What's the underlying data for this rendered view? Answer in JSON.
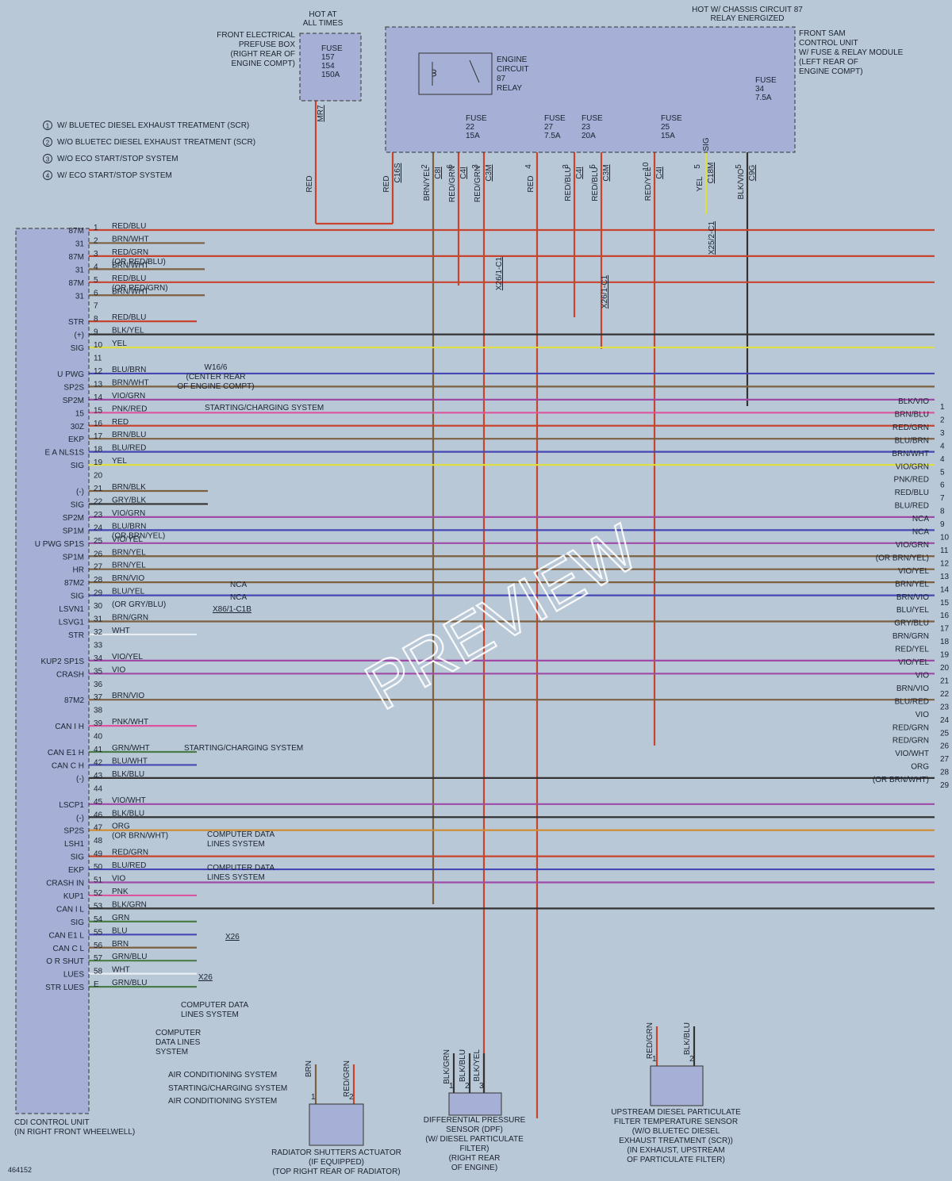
{
  "header": {
    "hot_at_all_times": [
      "HOT AT",
      "ALL TIMES"
    ],
    "hot_w_chassis": [
      "HOT W/ CHASSIS CIRCUIT 87",
      "RELAY ENERGIZED"
    ],
    "prefuse_box": [
      "FRONT ELECTRICAL",
      "PREFUSE BOX",
      "(RIGHT REAR OF",
      "ENGINE COMPT)"
    ],
    "prefuse_fuse": [
      "FUSE",
      "157",
      "154",
      "150A"
    ],
    "sam_unit": [
      "FRONT SAM",
      "CONTROL UNIT",
      "W/ FUSE & RELAY MODULE",
      "(LEFT REAR OF",
      "ENGINE COMPT)"
    ],
    "relay": [
      "ENGINE",
      "CIRCUIT",
      "87",
      "RELAY"
    ],
    "fuses": [
      {
        "lines": [
          "FUSE",
          "22",
          "15A"
        ]
      },
      {
        "lines": [
          "FUSE",
          "27",
          "7.5A"
        ]
      },
      {
        "lines": [
          "FUSE",
          "23",
          "20A"
        ]
      },
      {
        "lines": [
          "FUSE",
          "25",
          "15A"
        ]
      },
      {
        "lines": [
          "FUSE",
          "34",
          "7.5A"
        ]
      }
    ]
  },
  "legend": [
    {
      "num": "1",
      "text": "W/ BLUETEC DIESEL EXHAUST TREATMENT (SCR)"
    },
    {
      "num": "2",
      "text": "W/O BLUETEC DIESEL EXHAUST TREATMENT (SCR)"
    },
    {
      "num": "3",
      "text": "W/O ECO START/STOP SYSTEM"
    },
    {
      "num": "4",
      "text": "W/ ECO START/STOP SYSTEM"
    }
  ],
  "top_wires": [
    {
      "code": "RED",
      "conn": "MR7"
    },
    {
      "code": "RED",
      "conn": "C16S"
    },
    {
      "code": "BRN/YEL",
      "pin": "2",
      "conn": "C8I"
    },
    {
      "code": "RED/GRN",
      "pin": "6",
      "conn": "C4I"
    },
    {
      "code": "RED/GRN",
      "pin": "3",
      "conn": "C3M"
    },
    {
      "code": "RED",
      "pin": "4"
    },
    {
      "code": "RED/BLU",
      "pin": "3",
      "conn": "C4I"
    },
    {
      "code": "RED/BLU",
      "pin": "5",
      "conn": "C3M"
    },
    {
      "code": "RED/YEL",
      "pin": "10",
      "conn": "C4I"
    },
    {
      "code": "YEL",
      "pin": "5",
      "conn": "C18M",
      "sig": "SIG"
    },
    {
      "code": "BLK/VIO",
      "pin": "5",
      "conn": "C9G"
    }
  ],
  "ecu_pins": [
    {
      "pin": "1",
      "label": "87M",
      "wire": "RED/BLU"
    },
    {
      "pin": "2",
      "label": "31",
      "wire": "BRN/WHT"
    },
    {
      "pin": "3",
      "label": "87M",
      "wire": "RED/GRN",
      "extra": "(OR RED/BLU)"
    },
    {
      "pin": "4",
      "label": "31",
      "wire": "BRN/WHT"
    },
    {
      "pin": "5",
      "label": "87M",
      "wire": "RED/BLU",
      "extra": "(OR RED/GRN)"
    },
    {
      "pin": "6",
      "label": "31",
      "wire": "BRN/WHT"
    },
    {
      "pin": "7",
      "label": "",
      "wire": ""
    },
    {
      "pin": "8",
      "label": "STR",
      "wire": "RED/BLU"
    },
    {
      "pin": "9",
      "label": "(+)",
      "wire": "BLK/YEL"
    },
    {
      "pin": "10",
      "label": "SIG",
      "wire": "YEL"
    },
    {
      "pin": "11",
      "label": "",
      "wire": ""
    },
    {
      "pin": "12",
      "label": "U PWG",
      "wire": "BLU/BRN"
    },
    {
      "pin": "13",
      "label": "SP2S",
      "wire": "BRN/WHT"
    },
    {
      "pin": "14",
      "label": "SP2M",
      "wire": "VIO/GRN"
    },
    {
      "pin": "15",
      "label": "15",
      "wire": "PNK/RED"
    },
    {
      "pin": "16",
      "label": "30Z",
      "wire": "RED"
    },
    {
      "pin": "17",
      "label": "EKP",
      "wire": "BRN/BLU"
    },
    {
      "pin": "18",
      "label": "E A NLS1S",
      "wire": "BLU/RED"
    },
    {
      "pin": "19",
      "label": "SIG",
      "wire": "YEL"
    },
    {
      "pin": "20",
      "label": "",
      "wire": ""
    },
    {
      "pin": "21",
      "label": "(-)",
      "wire": "BRN/BLK"
    },
    {
      "pin": "22",
      "label": "SIG",
      "wire": "GRY/BLK"
    },
    {
      "pin": "23",
      "label": "SP2M",
      "wire": "VIO/GRN"
    },
    {
      "pin": "24",
      "label": "SP1M",
      "wire": "BLU/BRN",
      "extra": "(OR BRN/YEL)"
    },
    {
      "pin": "25",
      "label": "U PWG SP1S",
      "wire": "VIO/YEL"
    },
    {
      "pin": "26",
      "label": "SP1M",
      "wire": "BRN/YEL"
    },
    {
      "pin": "27",
      "label": "HR",
      "wire": "BRN/YEL"
    },
    {
      "pin": "28",
      "label": "87M2",
      "wire": "BRN/VIO"
    },
    {
      "pin": "29",
      "label": "SIG",
      "wire": "BLU/YEL"
    },
    {
      "pin": "30",
      "label": "LSVN1",
      "wire": "(OR GRY/BLU)"
    },
    {
      "pin": "31",
      "label": "LSVG1",
      "wire": "BRN/GRN"
    },
    {
      "pin": "32",
      "label": "STR",
      "wire": "WHT"
    },
    {
      "pin": "33",
      "label": "",
      "wire": ""
    },
    {
      "pin": "34",
      "label": "KUP2 SP1S",
      "wire": "VIO/YEL"
    },
    {
      "pin": "35",
      "label": "CRASH",
      "wire": "VIO"
    },
    {
      "pin": "36",
      "label": "",
      "wire": ""
    },
    {
      "pin": "37",
      "label": "87M2",
      "wire": "BRN/VIO"
    },
    {
      "pin": "38",
      "label": "",
      "wire": ""
    },
    {
      "pin": "39",
      "label": "CAN I H",
      "wire": "PNK/WHT"
    },
    {
      "pin": "40",
      "label": "",
      "wire": ""
    },
    {
      "pin": "41",
      "label": "CAN E1 H",
      "wire": "GRN/WHT"
    },
    {
      "pin": "42",
      "label": "CAN C H",
      "wire": "BLU/WHT"
    },
    {
      "pin": "43",
      "label": "(-)",
      "wire": "BLK/BLU"
    },
    {
      "pin": "44",
      "label": "",
      "wire": ""
    },
    {
      "pin": "45",
      "label": "LSCP1",
      "wire": "VIO/WHT"
    },
    {
      "pin": "46",
      "label": "(-)",
      "wire": "BLK/BLU"
    },
    {
      "pin": "47",
      "label": "SP2S",
      "wire": "ORG",
      "extra": "(OR BRN/WHT)"
    },
    {
      "pin": "48",
      "label": "LSH1",
      "wire": ""
    },
    {
      "pin": "49",
      "label": "SIG",
      "wire": "RED/GRN"
    },
    {
      "pin": "50",
      "label": "EKP",
      "wire": "BLU/RED"
    },
    {
      "pin": "51",
      "label": "CRASH IN",
      "wire": "VIO"
    },
    {
      "pin": "52",
      "label": "KUP1",
      "wire": "PNK"
    },
    {
      "pin": "53",
      "label": "CAN I L",
      "wire": "BLK/GRN"
    },
    {
      "pin": "54",
      "label": "SIG",
      "wire": "GRN"
    },
    {
      "pin": "55",
      "label": "CAN E1 L",
      "wire": "BLU"
    },
    {
      "pin": "56",
      "label": "CAN C L",
      "wire": "BRN"
    },
    {
      "pin": "57",
      "label": "O R SHUT",
      "wire": "GRN/BLU"
    },
    {
      "pin": "58",
      "label": "LUES",
      "wire": "WHT"
    },
    {
      "pin": "E",
      "label": "STR LUES",
      "wire": "GRN/BLU"
    }
  ],
  "right_terms": [
    {
      "n": "1",
      "w": "BLK/VIO"
    },
    {
      "n": "2",
      "w": "BRN/BLU"
    },
    {
      "n": "3",
      "w": "RED/GRN"
    },
    {
      "n": "4",
      "w": "BLU/BRN"
    },
    {
      "n": "4",
      "w": "BRN/WHT"
    },
    {
      "n": "5",
      "w": "VIO/GRN"
    },
    {
      "n": "6",
      "w": "PNK/RED"
    },
    {
      "n": "7",
      "w": "RED/BLU"
    },
    {
      "n": "8",
      "w": "BLU/RED"
    },
    {
      "n": "9",
      "w": "NCA"
    },
    {
      "n": "10",
      "w": "NCA"
    },
    {
      "n": "11",
      "w": "VIO/GRN"
    },
    {
      "n": "12",
      "w": "(OR BRN/YEL)"
    },
    {
      "n": "13",
      "w": "VIO/YEL"
    },
    {
      "n": "14",
      "w": "BRN/YEL"
    },
    {
      "n": "15",
      "w": "BRN/VIO"
    },
    {
      "n": "16",
      "w": "BLU/YEL"
    },
    {
      "n": "17",
      "w": "GRY/BLU"
    },
    {
      "n": "18",
      "w": "BRN/GRN"
    },
    {
      "n": "19",
      "w": "RED/YEL"
    },
    {
      "n": "20",
      "w": "VIO/YEL"
    },
    {
      "n": "21",
      "w": "VIO"
    },
    {
      "n": "22",
      "w": "BRN/VIO"
    },
    {
      "n": "23",
      "w": "BLU/RED"
    },
    {
      "n": "24",
      "w": "VIO"
    },
    {
      "n": "25",
      "w": "RED/GRN"
    },
    {
      "n": "26",
      "w": "RED/GRN"
    },
    {
      "n": "27",
      "w": "VIO/WHT"
    },
    {
      "n": "28",
      "w": "ORG"
    },
    {
      "n": "29",
      "w": "(OR BRN/WHT)"
    }
  ],
  "destinations": {
    "starting": "STARTING/CHARGING SYSTEM",
    "computer": [
      "COMPUTER DATA",
      "LINES SYSTEM"
    ],
    "computer3": [
      "COMPUTER",
      "DATA LINES",
      "SYSTEM"
    ],
    "aircon": "AIR CONDITIONING SYSTEM"
  },
  "ground": [
    "W16/6",
    "(CENTER REAR",
    "OF ENGINE COMPT)"
  ],
  "connectors": [
    "X26/1-C1",
    "X26/1-C1",
    "X25/2-C1",
    "X86/1-C1B",
    "X26",
    "X26"
  ],
  "ecu": [
    "CDI CONTROL UNIT",
    "(IN RIGHT FRONT WHEELWELL)"
  ],
  "components": [
    {
      "name": "radiator",
      "lines": [
        "RADIATOR SHUTTERS ACTUATOR",
        "(IF EQUIPPED)",
        "(TOP RIGHT REAR OF RADIATOR)"
      ],
      "wires": [
        "BRN",
        "RED/GRN"
      ],
      "pins": [
        "1",
        "2"
      ]
    },
    {
      "name": "dps",
      "lines": [
        "DIFFERENTIAL PRESSURE",
        "SENSOR (DPF)",
        "(W/ DIESEL PARTICULATE",
        "FILTER)",
        "(RIGHT REAR",
        "OF ENGINE)"
      ],
      "wires": [
        "BLK/GRN",
        "BLK/BLU",
        "BLK/YEL"
      ],
      "pins": [
        "1",
        "2",
        "3"
      ]
    },
    {
      "name": "temp",
      "lines": [
        "UPSTREAM DIESEL PARTICULATE",
        "FILTER TEMPERATURE SENSOR",
        "(W/O BLUETEC DIESEL",
        "EXHAUST TREATMENT (SCR))",
        "(IN EXHAUST, UPSTREAM",
        "OF PARTICULATE FILTER)"
      ],
      "wires": [
        "RED/GRN",
        "BLK/BLU"
      ],
      "pins": [
        "1",
        "2"
      ]
    }
  ],
  "nca": "NCA",
  "sig": "SIG",
  "doc_id": "464152",
  "watermark": "PREVIEW",
  "colors": {
    "bg": "#b9c8d6",
    "box": "#a6b0d6",
    "red": "#c8442f",
    "yel": "#dddd44",
    "blu": "#4646b4",
    "vio": "#a04aa8",
    "pnk": "#dd55a0",
    "brn": "#7c6040",
    "grn": "#4a7d48",
    "blk": "#333333"
  }
}
